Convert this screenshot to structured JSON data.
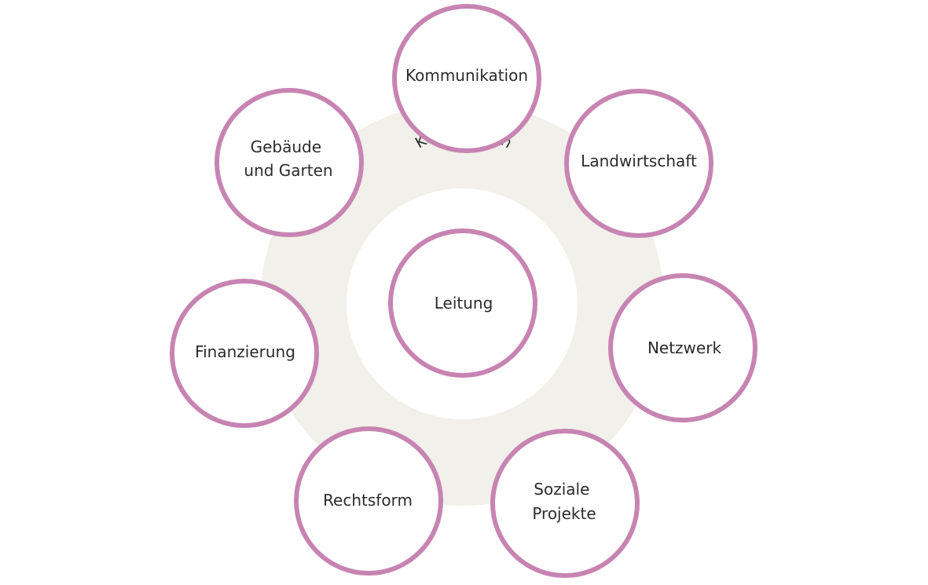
{
  "colors": {
    "ring": "#f1f0ea",
    "node_stroke": "#c784b2",
    "node_fill": "#ffffff",
    "text": "#2b2b2b"
  },
  "ring": {
    "label": "Koordination"
  },
  "center": {
    "label": "Leitung"
  },
  "nodes": [
    {
      "label_lines": [
        "Kommunikation"
      ]
    },
    {
      "label_lines": [
        "Landwirtschaft"
      ]
    },
    {
      "label_lines": [
        "Netzwerk"
      ]
    },
    {
      "label_lines": [
        "Soziale",
        "Projekte"
      ]
    },
    {
      "label_lines": [
        "Rechtsform"
      ]
    },
    {
      "label_lines": [
        "Finanzierung"
      ]
    },
    {
      "label_lines": [
        "Gebäude",
        "und Garten"
      ]
    }
  ]
}
